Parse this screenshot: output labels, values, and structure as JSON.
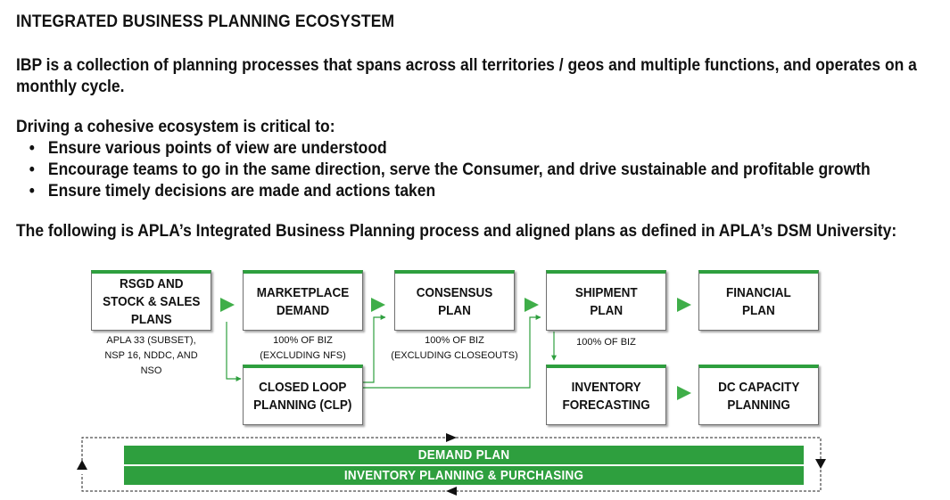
{
  "heading": "INTEGRATED BUSINESS PLANNING ECOSYSTEM",
  "intro": "IBP is a collection of planning processes that spans across all territories / geos and multiple functions, and operates on a monthly cycle.",
  "lead": "Driving a cohesive ecosystem is critical to:",
  "bullets": [
    "Ensure various points of view are understood",
    "Encourage teams to go in the same direction, serve the Consumer, and drive sustainable and profitable growth",
    "Ensure timely decisions are made and actions taken"
  ],
  "bullet_symbol": "•",
  "following": "The following is APLA’s Integrated Business Planning process and aligned plans as defined in APLA’s DSM University:",
  "diagram": {
    "boxes": {
      "rsgd": "RSGD AND\nSTOCK & SALES\nPLANS",
      "marketplace": "MARKETPLACE\nDEMAND",
      "consensus": "CONSENSUS\nPLAN",
      "shipment": "SHIPMENT\nPLAN",
      "financial": "FINANCIAL\nPLAN",
      "clp": "CLOSED LOOP\nPLANNING (CLP)",
      "inventory": "INVENTORY\nFORECASTING",
      "dc": "DC CAPACITY\nPLANNING"
    },
    "notes": {
      "rsgd": "APLA 33 (SUBSET),\nNSP 16, NDDC,  AND\nNSO",
      "marketplace": "100%  OF BIZ\n(EXCLUDING NFS)",
      "consensus": "100%  OF BIZ\n(EXCLUDING CLOSEOUTS)",
      "shipment": "100%  OF BIZ"
    },
    "bars": {
      "demand": "DEMAND PLAN",
      "inventory": "INVENTORY PLANNING & PURCHASING"
    },
    "colors": {
      "accent_green": "#2e9f3e",
      "arrow_green": "#3fae49"
    }
  }
}
